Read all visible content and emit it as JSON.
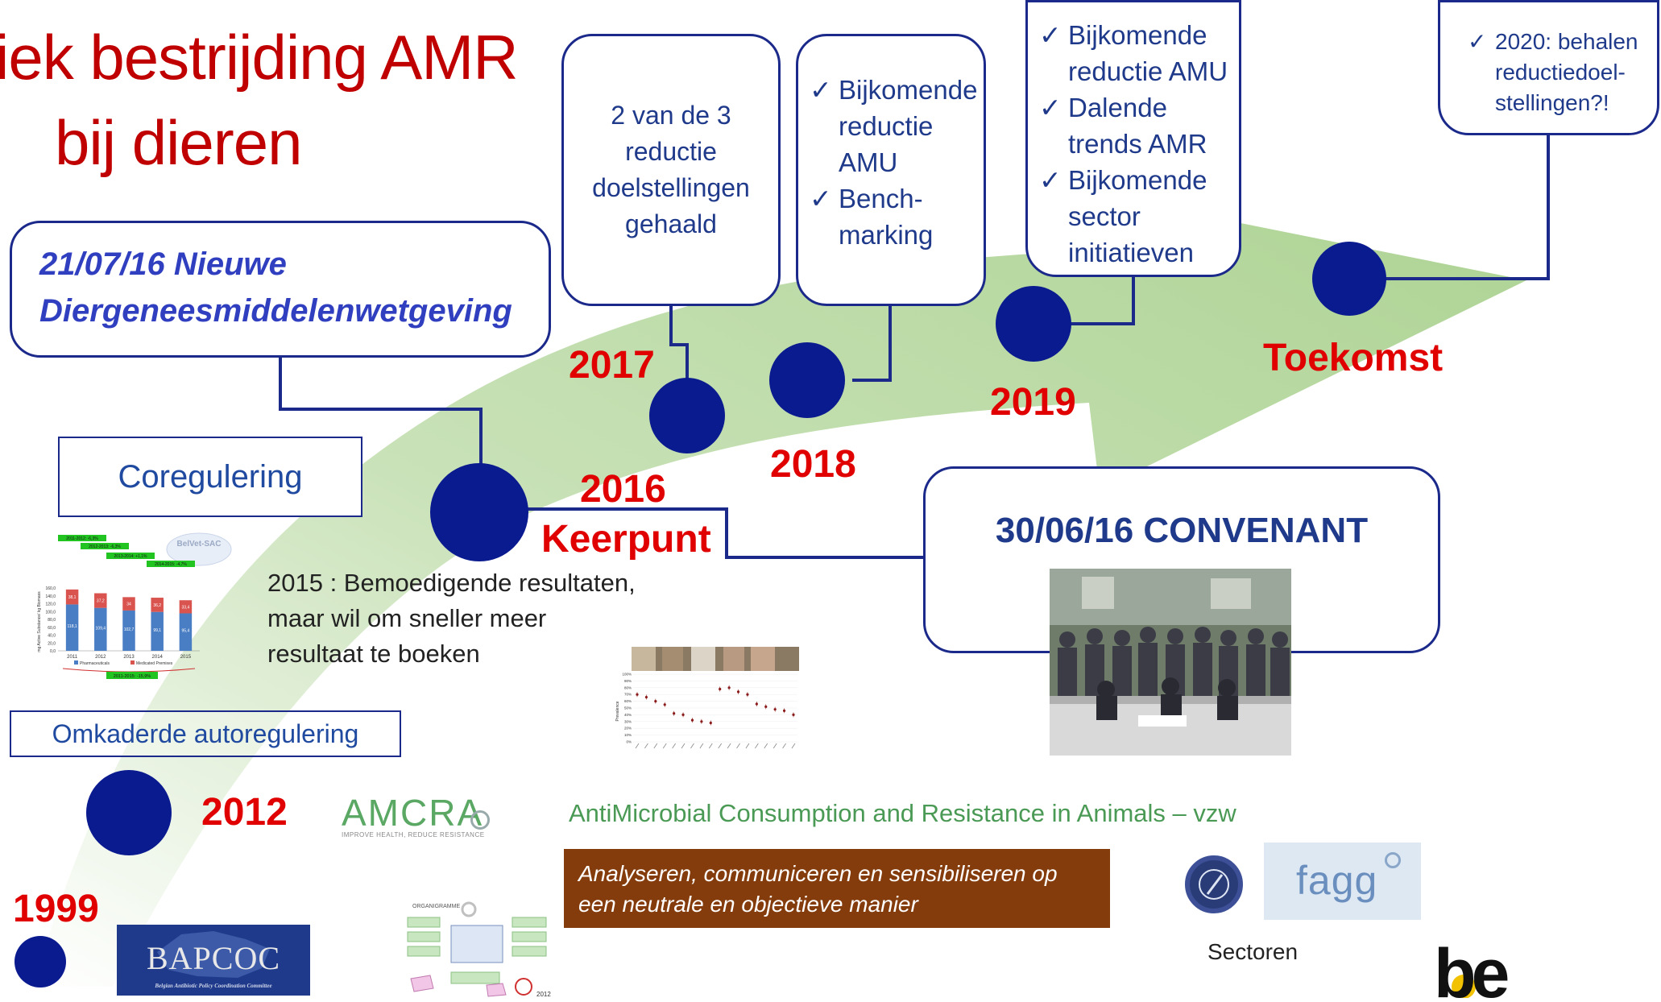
{
  "title": {
    "line1": "iek bestrijding AMR",
    "line2": "bij dieren"
  },
  "bubbles": {
    "wetgeving": {
      "line1": "21/07/16  Nieuwe",
      "line2": "Diergeneesmiddelenwetgeving"
    },
    "b2017": "2 van de 3 reductie doelstellingen gehaald",
    "b2018": [
      "Bijkomende reductie AMU",
      "Bench-marking"
    ],
    "b2019": [
      "Bijkomende reductie AMU",
      "Dalende trends AMR",
      "Bijkomende sector initiatieven"
    ],
    "toekomst": [
      "2020: behalen reductiedoel-stellingen?!"
    ],
    "convenant": "30/06/16  CONVENANT"
  },
  "years": {
    "y1999": "1999",
    "y2012": "2012",
    "y2016": "2016",
    "keerpunt": "Keerpunt",
    "y2017": "2017",
    "y2018": "2018",
    "y2019": "2019",
    "toekomst": "Toekomst"
  },
  "boxes": {
    "coregulering": "Coregulering",
    "autoregulering": "Omkaderde autoregulering"
  },
  "text2015": [
    "2015 : Bemoedigende resultaten,",
    "maar wil om sneller meer",
    "resultaat te boeken"
  ],
  "amcra": {
    "logo": "AMCRA",
    "tagline": "IMPROVE HEALTH, REDUCE RESISTANCE",
    "full_name": "AntiMicrobial Consumption and Resistance in Animals – vzw",
    "mission": [
      "Analyseren, communiceren en sensibiliseren op",
      "een neutrale en objectieve manier"
    ]
  },
  "bapcoc": {
    "logo": "BAPCOC",
    "subtitle": "Belgian Antibiotic Policy Coordination Committee"
  },
  "belvet": {
    "logo": "BelVet-SAC"
  },
  "organigram": {
    "title": "ORGANIGRAMME",
    "year": "2012"
  },
  "fagg": {
    "logo": "fagg"
  },
  "sectoren": "Sectoren",
  "be_logo": "be",
  "bar_chart": {
    "categories": [
      "2011",
      "2012",
      "2013",
      "2014",
      "2015"
    ],
    "labels_top": [
      "2011-2012: -6,3%",
      "2012-2013: -6,3%",
      "2013-2014: +1,1%",
      "2014-2015: -4,7%"
    ],
    "label_bottom": "2011-2015: -15,9%",
    "legend": [
      "Pharmaceuticals",
      "Medicated Premixes"
    ],
    "yticks": [
      "160,0",
      "140,0",
      "120,0",
      "100,0",
      "80,0",
      "60,0",
      "40,0",
      "20,0",
      "0,0"
    ],
    "ylabel": "mg Active Substance/ kg Biomass",
    "pharma": [
      118.1,
      109.4,
      102.7,
      99.1,
      95.4
    ],
    "premix": [
      38.1,
      37.2,
      34.0,
      36.2,
      33.4
    ],
    "ymax": 160,
    "colors": {
      "pharma": "#4a7ec4",
      "premix": "#d9534f"
    }
  },
  "scatter_chart": {
    "yticks": [
      "100%",
      "90%",
      "80%",
      "70%",
      "60%",
      "50%",
      "40%",
      "30%",
      "20%",
      "10%",
      "0%"
    ],
    "ylabel": "Prevalence",
    "values": [
      0.7,
      0.66,
      0.6,
      0.55,
      0.42,
      0.4,
      0.32,
      0.3,
      0.28,
      0.78,
      0.8,
      0.74,
      0.7,
      0.56,
      0.52,
      0.48,
      0.46,
      0.4
    ],
    "color": "#8b1a1a"
  },
  "colors": {
    "title": "#c00000",
    "year": "#e00000",
    "navy": "#0a1a8f",
    "arrow": "#a9d18e",
    "amcra": "#4a9a55",
    "mission_bg": "#843c0c"
  }
}
